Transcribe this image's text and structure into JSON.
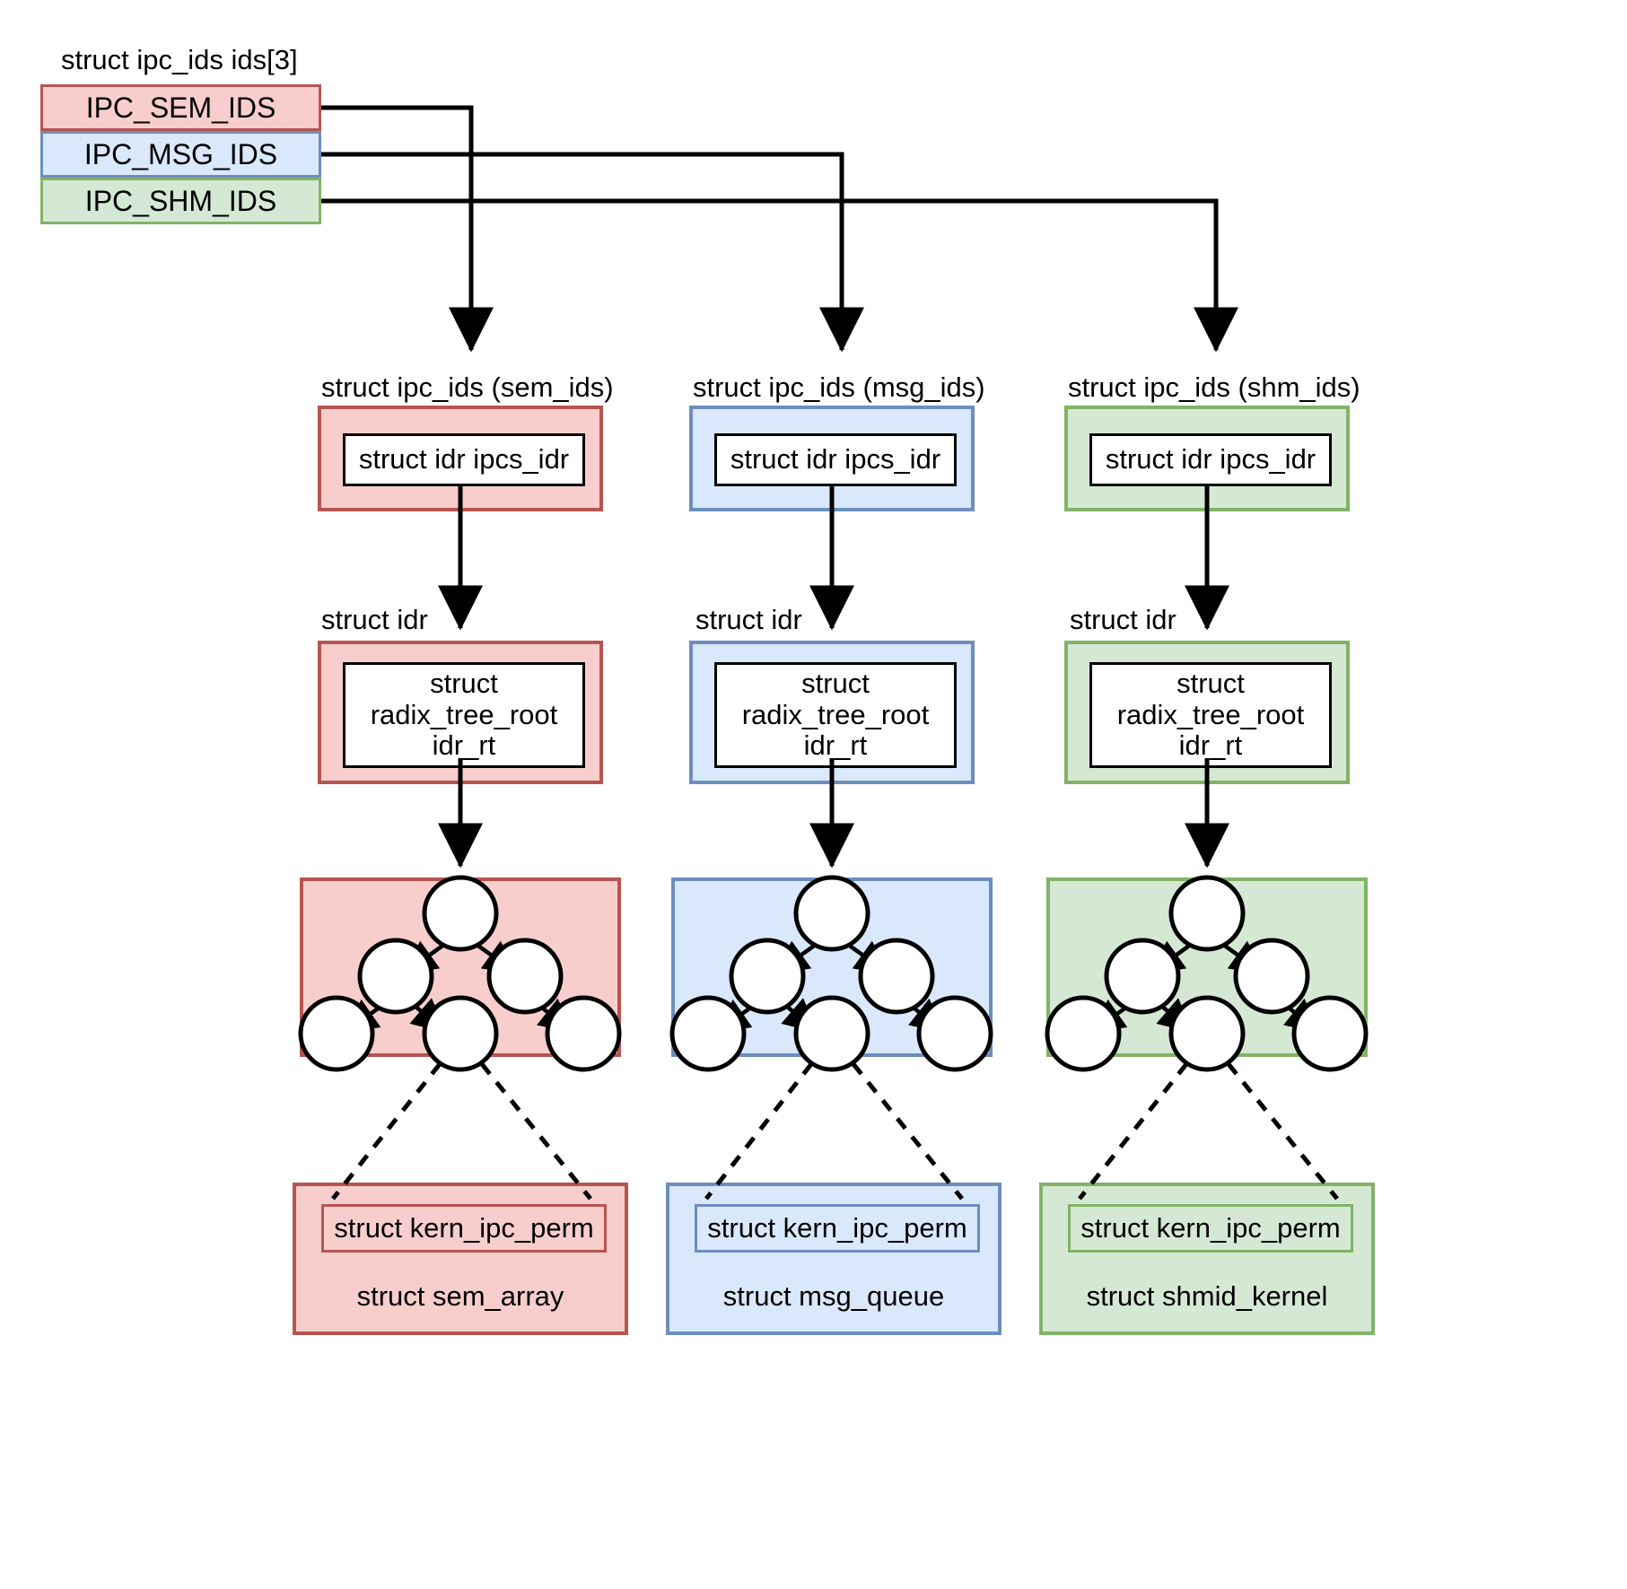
{
  "diagram": {
    "title_top": "struct ipc_ids ids[3]",
    "ids_entries": [
      {
        "label": "IPC_SEM_IDS",
        "color": "#b85450",
        "fill": "#f7cecc"
      },
      {
        "label": "IPC_MSG_IDS",
        "color": "#6c8ebf",
        "fill": "#dae8fc"
      },
      {
        "label": "IPC_SHM_IDS",
        "color": "#82b366",
        "fill": "#d5e8d4"
      }
    ],
    "columns": [
      {
        "key": "sem",
        "ipc_ids_title": "struct ipc_ids (sem_ids)",
        "idr_field": "struct idr ipcs_idr",
        "idr_title": "struct idr",
        "radix_field": "struct\nradix_tree_root\nidr_rt",
        "radix_field_lines": [
          "struct",
          "radix_tree_root",
          "idr_rt"
        ],
        "perm_label": "struct kern_ipc_perm",
        "object_label": "struct sem_array",
        "accent": "#b85450",
        "fill": "#f7cecc"
      },
      {
        "key": "msg",
        "ipc_ids_title": "struct ipc_ids (msg_ids)",
        "idr_field": "struct idr ipcs_idr",
        "idr_title": "struct idr",
        "radix_field": "struct\nradix_tree_root\nidr_rt",
        "radix_field_lines": [
          "struct",
          "radix_tree_root",
          "idr_rt"
        ],
        "perm_label": "struct kern_ipc_perm",
        "object_label": "struct msg_queue",
        "accent": "#6c8ebf",
        "fill": "#dae8fc"
      },
      {
        "key": "shm",
        "ipc_ids_title": "struct ipc_ids (shm_ids)",
        "idr_field": "struct idr ipcs_idr",
        "idr_title": "struct idr",
        "radix_field": "struct\nradix_tree_root\nidr_rt",
        "radix_field_lines": [
          "struct",
          "radix_tree_root",
          "idr_rt"
        ],
        "perm_label": "struct kern_ipc_perm",
        "object_label": "struct shmid_kernel",
        "accent": "#82b366",
        "fill": "#d5e8d4"
      }
    ],
    "tree": {
      "node_count": 6,
      "levels": [
        1,
        2,
        3
      ],
      "node_fill": "#ffffff",
      "node_stroke": "#000000"
    },
    "edge_style": {
      "solid": "#000000",
      "dashed": "#000000"
    }
  }
}
